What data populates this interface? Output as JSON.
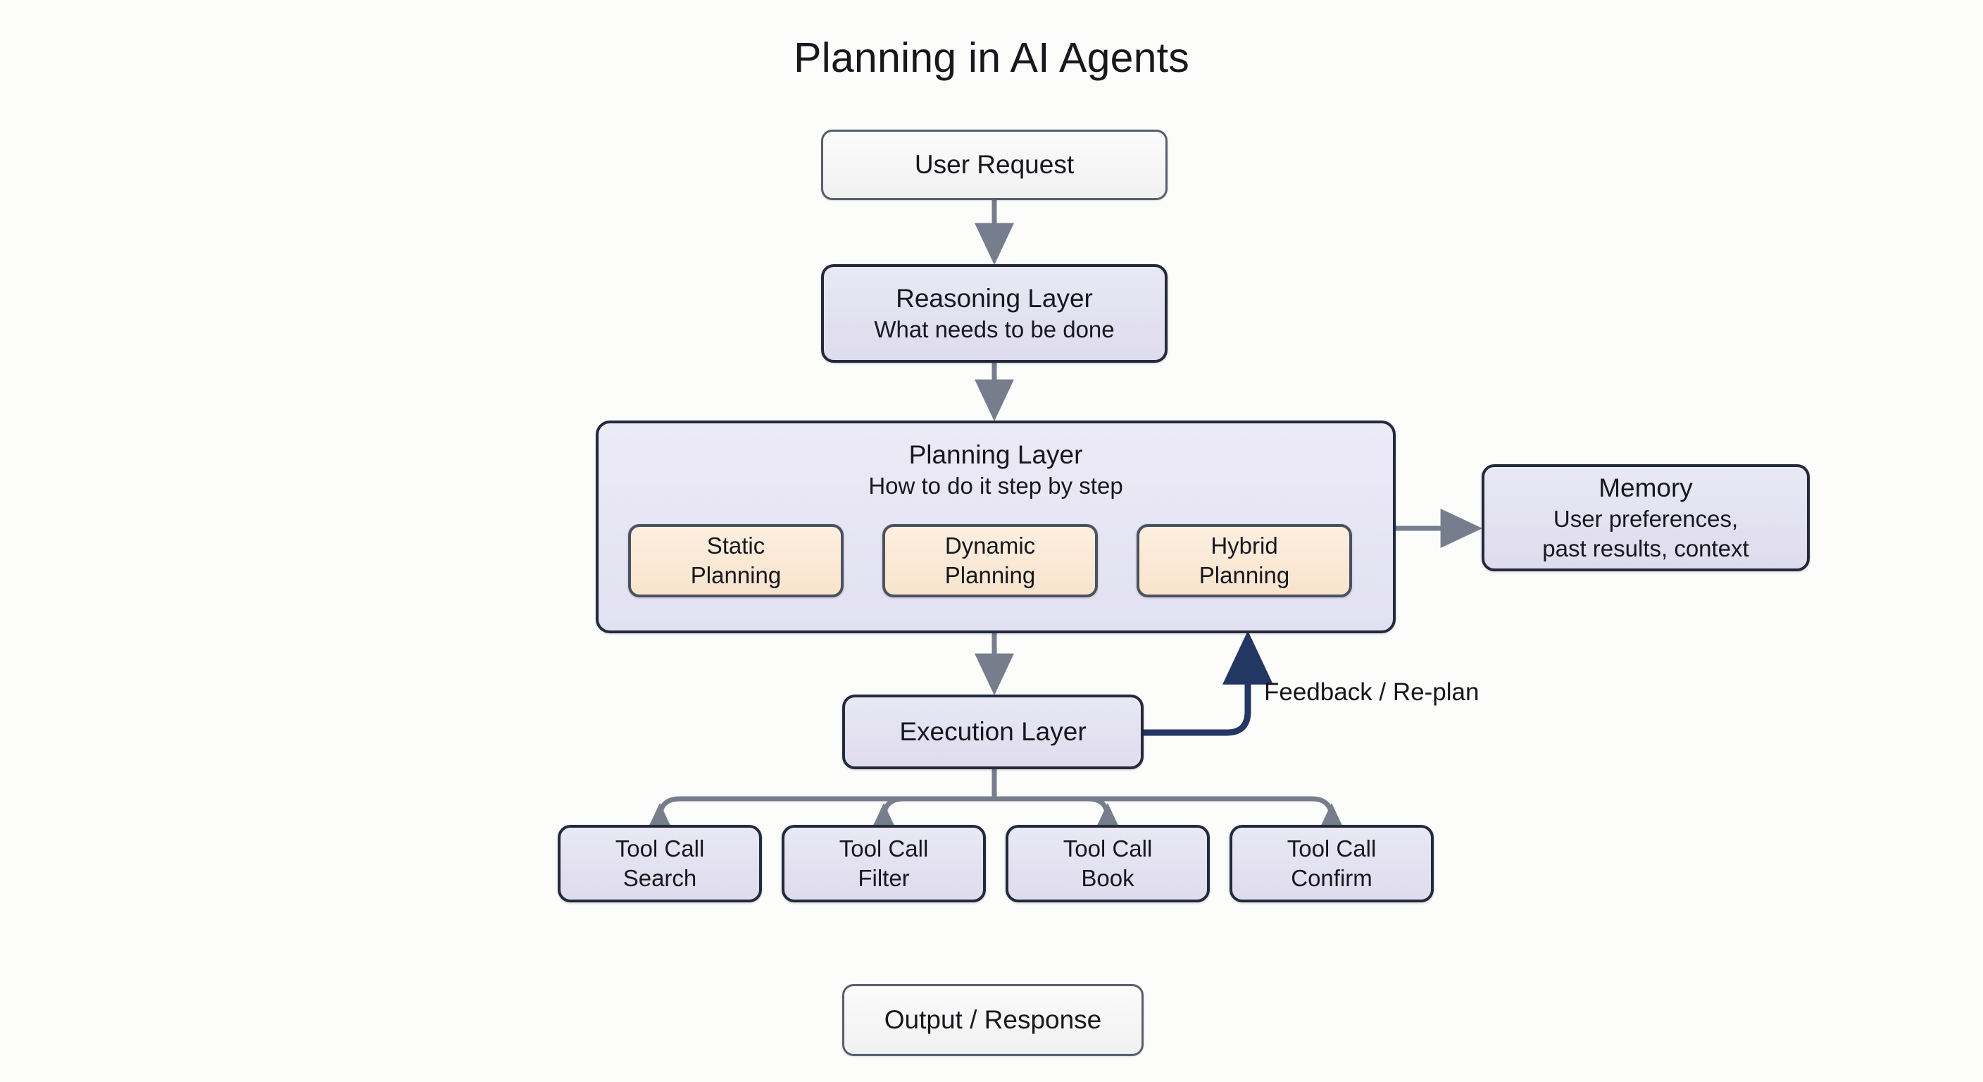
{
  "title": "Planning in AI Agents",
  "colors": {
    "background": "#fcfcfb",
    "plain_fill": "#f4f4f5",
    "plain_border": "#575f6c",
    "lavender_fill": "#e3e2f0",
    "lavender_border": "#222a3c",
    "peach_fill": "#fbe8d5",
    "peach_border": "#4a5260",
    "arrow_gray": "#767d8c",
    "arrow_navy": "#233763",
    "text": "#16181d"
  },
  "nodes": {
    "user_request": {
      "label": "User Request"
    },
    "reasoning_layer": {
      "title": "Reasoning Layer",
      "subtitle": "What needs to be done"
    },
    "planning_layer": {
      "title": "Planning Layer",
      "subtitle": "How to do it step by step",
      "children": [
        {
          "line1": "Static",
          "line2": "Planning"
        },
        {
          "line1": "Dynamic",
          "line2": "Planning"
        },
        {
          "line1": "Hybrid",
          "line2": "Planning"
        }
      ]
    },
    "memory": {
      "title": "Memory",
      "line2": "User preferences,",
      "line3": "past results, context"
    },
    "execution_layer": {
      "label": "Execution Layer"
    },
    "tool_calls": [
      {
        "line1": "Tool Call",
        "line2": "Search"
      },
      {
        "line1": "Tool Call",
        "line2": "Filter"
      },
      {
        "line1": "Tool Call",
        "line2": "Book"
      },
      {
        "line1": "Tool Call",
        "line2": "Confirm"
      }
    ],
    "output": {
      "label": "Output / Response"
    }
  },
  "edges": {
    "feedback_label": "Feedback / Re-plan"
  }
}
